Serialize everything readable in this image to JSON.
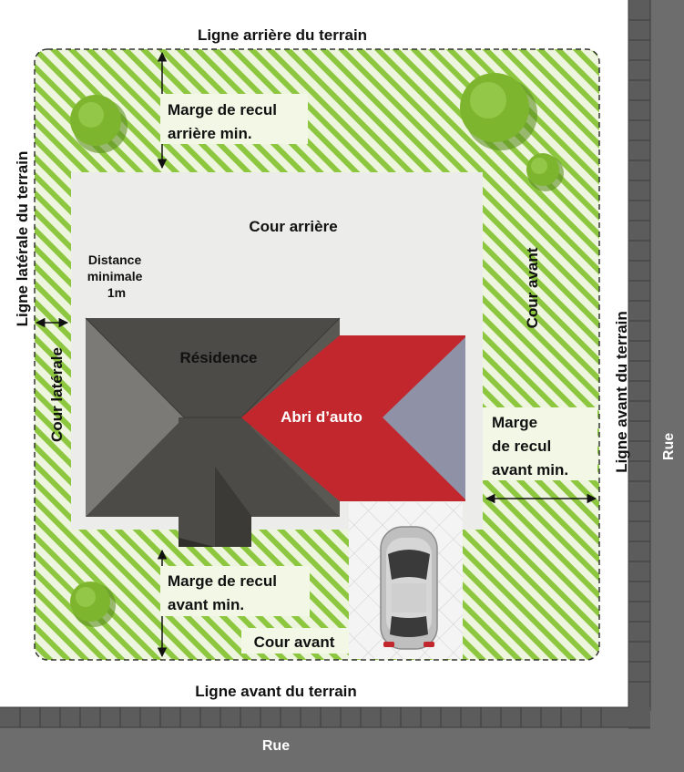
{
  "labels": {
    "rear_line": "Ligne arrière du terrain",
    "front_line": "Ligne avant du terrain",
    "side_line": "Ligne latérale du terrain",
    "front_line_side": "Ligne avant du terrain",
    "street_bottom": "Rue",
    "street_right": "Rue",
    "rear_setback": [
      "Marge de recul",
      "arrière min."
    ],
    "front_setback_bottom": [
      "Marge de recul",
      "avant min."
    ],
    "front_setback_right": [
      "Marge",
      "de recul",
      "avant min."
    ],
    "backyard": "Cour arrière",
    "front_yard_right": "Cour avant",
    "front_yard_bottom": "Cour avant",
    "side_yard": "Cour latérale",
    "min_distance": [
      "Distance",
      "minimale",
      "1m"
    ],
    "residence": "Résidence",
    "carport": "Abri d’auto"
  },
  "colors": {
    "lot_stripe": "#8dc63f",
    "lot_background": "#eef5df",
    "buildable_area": "#ececea",
    "roof": "#4d4b47",
    "roof_light": "#7b7a76",
    "carport": "#c1272d",
    "carport_side": "#8f91a6",
    "street": "#6d6d6d",
    "tree": "#7db52e",
    "label_box": "#f2f7e6"
  }
}
